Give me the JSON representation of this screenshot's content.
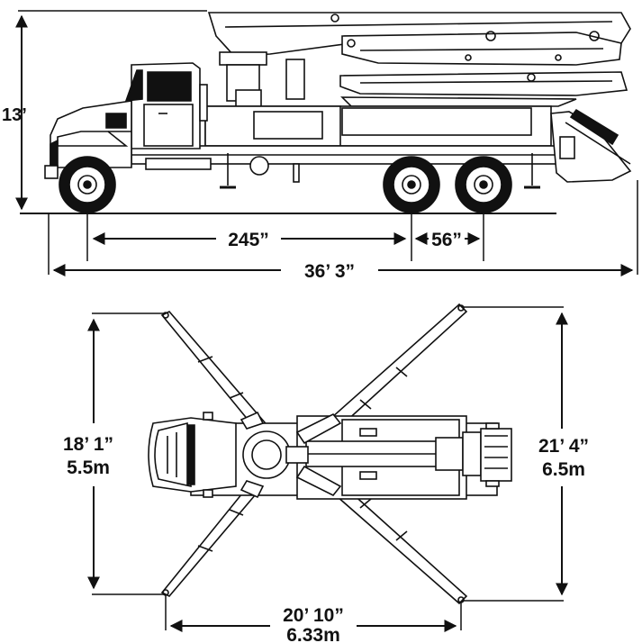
{
  "side_view": {
    "height": "13’",
    "wheelbase": "245”",
    "tandem_spacing": "56”",
    "overall_length": "36’ 3”"
  },
  "top_view": {
    "front_outrigger_spread_ft": "18’ 1”",
    "front_outrigger_spread_m": "5.5m",
    "rear_outrigger_spread_ft": "21’ 4”",
    "rear_outrigger_spread_m": "6.5m",
    "outrigger_length_ft": "20’ 10”",
    "outrigger_length_m": "6.33m"
  },
  "colors": {
    "line": "#111111",
    "background": "#ffffff"
  }
}
